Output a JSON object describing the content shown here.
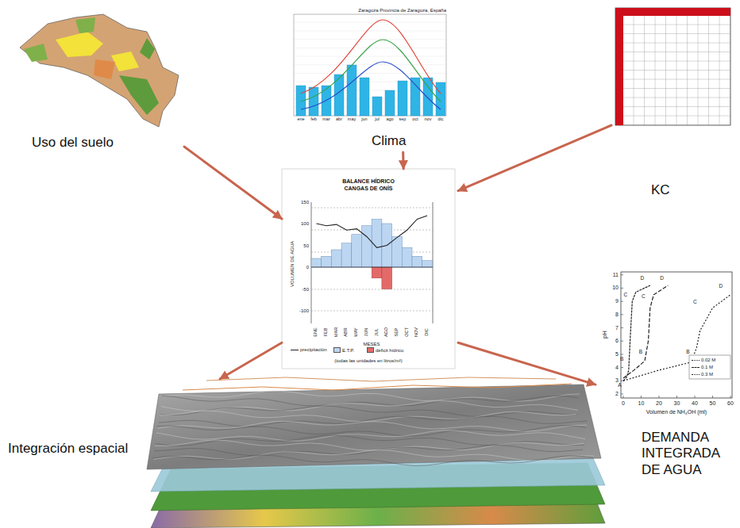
{
  "diagram": {
    "nodes": [
      {
        "text": [
          "Uso del suelo"
        ]
      },
      {
        "text": [
          "Clima"
        ]
      },
      {
        "text": [
          "KC"
        ]
      },
      {
        "text": [
          "BALANCE HÍDRICO",
          "CANGAS DE ONÍS"
        ]
      },
      {
        "text": [
          "Integración espacial"
        ]
      },
      {
        "text": [
          "DEMANDA INTEGRADA DE AGUA"
        ]
      }
    ],
    "edges": [
      {
        "from": 0,
        "to": 3,
        "arrow": "to"
      },
      {
        "from": 1,
        "to": 3,
        "arrow": "to"
      },
      {
        "from": 2,
        "to": 3,
        "arrow": "to"
      },
      {
        "from": 3,
        "to": 4,
        "arrow": "to"
      },
      {
        "from": 3,
        "to": 5,
        "arrow": "to"
      }
    ],
    "labels": [
      "Zaragoza Provincia de Zaragoza, España",
      "ene",
      "feb",
      "mar",
      "abr",
      "may",
      "jun",
      "jul",
      "ago",
      "sep",
      "oct",
      "nov",
      "dic",
      "VOLUMEN DE AGUA",
      "150",
      "100",
      "50",
      "0",
      "-50",
      "-100",
      "ENE",
      "FEB",
      "MAR",
      "ABR",
      "MAY",
      "JUN",
      "JUL",
      "AGO",
      "SEP",
      "OCT",
      "NOV",
      "DIC",
      "MESES",
      "(todas las unidades en litros/m²)",
      "pH",
      "2",
      "3",
      "4",
      "5",
      "6",
      "7",
      "8",
      "9",
      "10",
      "11",
      "0",
      "10",
      "20",
      "30",
      "40",
      "50",
      "60",
      "Volumen de NH₄OH (ml)",
      "A",
      "B",
      "C",
      "D",
      "B",
      "C",
      "D",
      "B",
      "C",
      "D"
    ],
    "legend": [
      {
        "text": "precipitación"
      },
      {
        "text": "E.T.P.",
        "color": "#bcd6f2"
      },
      {
        "text": "déficit hídrico",
        "color": "#e46a6a"
      },
      {
        "text": "0.02 M"
      },
      {
        "text": "0.1 M"
      },
      {
        "text": "0.3 M"
      }
    ]
  }
}
